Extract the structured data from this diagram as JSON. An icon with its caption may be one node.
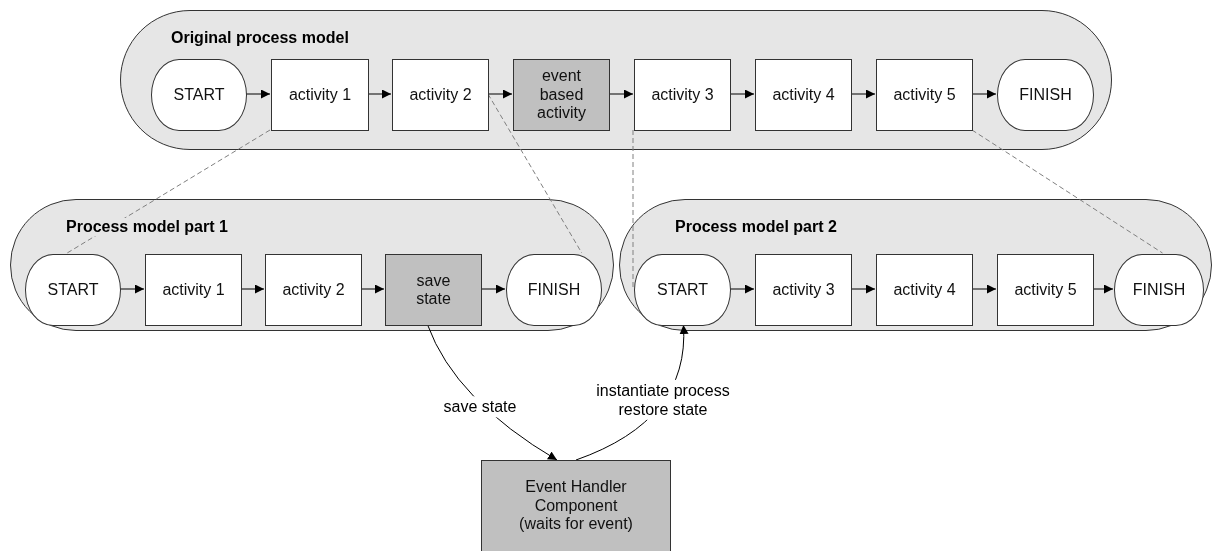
{
  "diagram": {
    "nodes": [
      {
        "text": [
          "Original process model"
        ]
      },
      {
        "text": [
          "START"
        ],
        "in": 0
      },
      {
        "text": [
          "activity 1"
        ],
        "in": 0
      },
      {
        "text": [
          "activity 2"
        ],
        "in": 0
      },
      {
        "text": [
          "event based activity"
        ],
        "in": 0
      },
      {
        "text": [
          "activity 3"
        ],
        "in": 0
      },
      {
        "text": [
          "activity 4"
        ],
        "in": 0
      },
      {
        "text": [
          "activity 5"
        ],
        "in": 0
      },
      {
        "text": [
          "FINISH"
        ],
        "in": 0
      },
      {
        "text": [
          "Process model part 1"
        ]
      },
      {
        "text": [
          "START"
        ],
        "in": 9
      },
      {
        "text": [
          "activity 1"
        ],
        "in": 9
      },
      {
        "text": [
          "activity 2"
        ],
        "in": 9
      },
      {
        "text": [
          "save state"
        ],
        "in": 9
      },
      {
        "text": [
          "FINISH"
        ],
        "in": 9
      },
      {
        "text": [
          "Process model part 2"
        ]
      },
      {
        "text": [
          "START"
        ],
        "in": 15
      },
      {
        "text": [
          "activity 3"
        ],
        "in": 15
      },
      {
        "text": [
          "activity 4"
        ],
        "in": 15
      },
      {
        "text": [
          "activity 5"
        ],
        "in": 15
      },
      {
        "text": [
          "FINISH"
        ],
        "in": 15
      },
      {
        "text": [
          "Event Handler Component (waits for event)"
        ]
      }
    ],
    "edges": [
      {
        "from": 1,
        "to": 2,
        "arrow": "to"
      },
      {
        "from": 2,
        "to": 3,
        "arrow": "to"
      },
      {
        "from": 3,
        "to": 4,
        "arrow": "to"
      },
      {
        "from": 4,
        "to": 5,
        "arrow": "to"
      },
      {
        "from": 5,
        "to": 6,
        "arrow": "to"
      },
      {
        "from": 6,
        "to": 7,
        "arrow": "to"
      },
      {
        "from": 7,
        "to": 8,
        "arrow": "to"
      },
      {
        "from": 10,
        "to": 11,
        "arrow": "to"
      },
      {
        "from": 11,
        "to": 12,
        "arrow": "to"
      },
      {
        "from": 12,
        "to": 13,
        "arrow": "to"
      },
      {
        "from": 13,
        "to": 14,
        "arrow": "to"
      },
      {
        "from": 16,
        "to": 17,
        "arrow": "to"
      },
      {
        "from": 17,
        "to": 18,
        "arrow": "to"
      },
      {
        "from": 18,
        "to": 19,
        "arrow": "to"
      },
      {
        "from": 19,
        "to": 20,
        "arrow": "to"
      },
      {
        "from": 2,
        "to": 10,
        "arrow": "none",
        "style": "dashed",
        "color": "#808080"
      },
      {
        "from": 3,
        "to": 14,
        "arrow": "none",
        "style": "dashed",
        "color": "#808080"
      },
      {
        "from": 5,
        "to": 16,
        "arrow": "none",
        "style": "dashed",
        "color": "#808080"
      },
      {
        "from": 7,
        "to": 20,
        "arrow": "none",
        "style": "dashed",
        "color": "#808080"
      },
      {
        "from": 13,
        "to": 21,
        "arrow": "to",
        "label": "save state"
      },
      {
        "from": 21,
        "to": 16,
        "arrow": "to",
        "label": "instantiate process restore state"
      }
    ]
  }
}
